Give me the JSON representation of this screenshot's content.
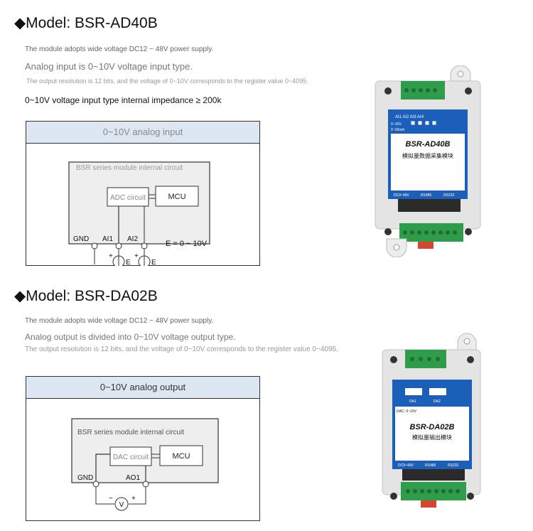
{
  "section1": {
    "title": "◆Model: BSR-AD40B",
    "line1": "The module adopts wide voltage DC12 ~ 48V power supply.",
    "line2": "Analog input is 0~10V voltage input type.",
    "line3": "The output resolution is 12 bits, and the voltage of 0~10V corresponds to the register value 0~4095.",
    "line4": "0~10V voltage input type internal impedance ≥ 200k",
    "diagram": {
      "header": "0~10V analog input",
      "internal": "BSR series module internal circuit",
      "adc": "ADC circuit",
      "mcu": "MCU",
      "gnd": "GND",
      "ai1": "AI1",
      "ai2": "AI2",
      "e": "E",
      "plus": "+",
      "formula": "E = 0 ~ 10V"
    },
    "device": {
      "labels_top": "AI1 AI2 AI3 AI4",
      "volt": "0~10V:",
      "ma": "0~20mA:",
      "model": "BSR-AD40B",
      "cn": "模拟量数据采集模块",
      "power": "DC9~48V",
      "rs485": "RS485",
      "rs232": "RS232"
    }
  },
  "section2": {
    "title": "◆Model: BSR-DA02B",
    "line1": "The module adopts wide voltage DC12 ~ 48V power supply.",
    "line2": "Analog output is divided into 0~10V voltage output type.",
    "line3": "The output resolution is 12 bits, and the voltage of 0~10V corresponds to the register value 0~4095.",
    "diagram": {
      "header": "0~10V analog output",
      "internal": "BSR series module internal circuit",
      "dac": "DAC circuit",
      "mcu": "MCU",
      "gnd": "GND",
      "ao1": "AO1",
      "v": "V",
      "minus": "−",
      "plus": "+"
    },
    "device": {
      "da1": "DA1",
      "da2": "DA2",
      "dac_range": "DAC: 0~10V",
      "model": "BSR-DA02B",
      "cn": "模拟量输出模块",
      "power": "DC9~48V",
      "rs485": "RS485",
      "rs232": "RS232"
    }
  },
  "colors": {
    "panel_blue": "#1c5fb8",
    "terminal_green": "#2e9c4a",
    "header_fill": "#dde7f2"
  }
}
